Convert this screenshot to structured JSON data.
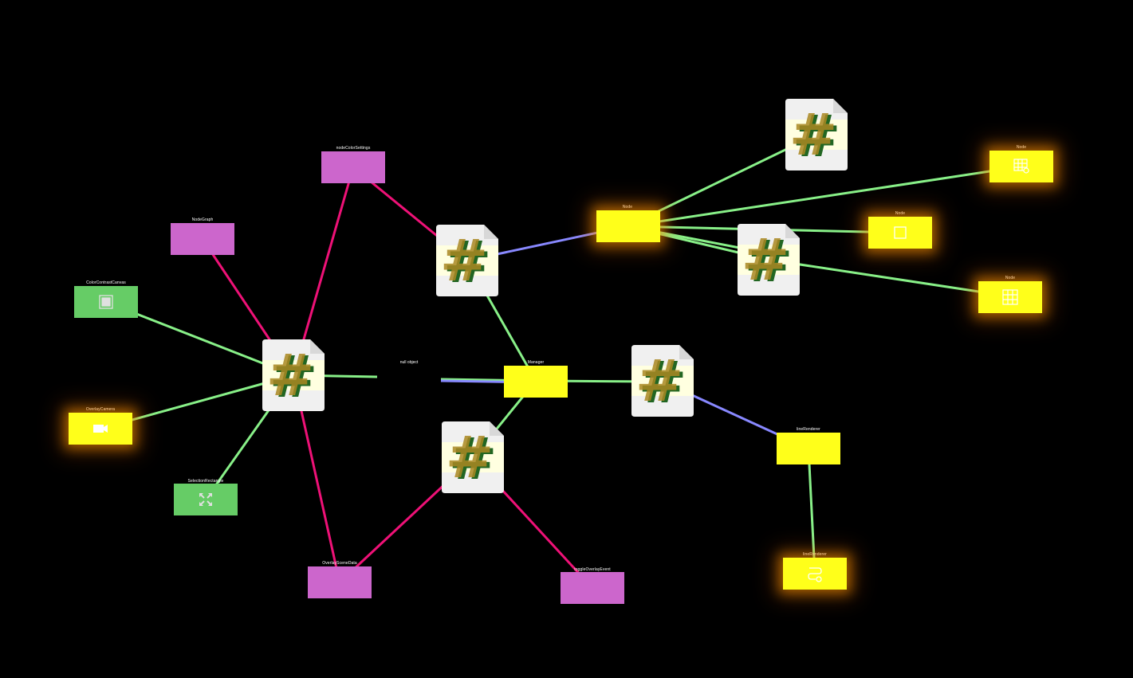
{
  "diagram": {
    "null_object": "null object",
    "nodes": {
      "node_top": "Node",
      "node_mid": "Node",
      "node_right1": "Node",
      "node_right2": "Node",
      "manager": "Manager",
      "line_renderer_1": "lineRenderer",
      "line_renderer_2": "lineRenderer",
      "node_color_settings": "nodeColorSettings",
      "node_graph": "NodeGraph",
      "color_contrast_canvas": "ColorContrastCanvas",
      "overlay_camera": "OverlayCamera",
      "selection_rectangle": "SelectionRectangle",
      "overlay_scene_data": "OverlaySceneData",
      "toggle_overlay_event": "toggleOverlayEvent"
    },
    "colors": {
      "background": "#000000",
      "gameobject": "#ffff1a",
      "asset": "#cc66cc",
      "component": "#66cc66",
      "edge_green": "#88f088",
      "edge_pink": "#ee1177",
      "edge_blue": "#8888ff",
      "glow": "#ff9900"
    },
    "icons": {
      "script": "csharp-script-icon",
      "grid_gear": "grid-gear-icon",
      "square": "square-icon",
      "grid": "grid-icon",
      "canvas": "canvas-icon",
      "camera": "camera-icon",
      "move": "move-arrows-icon",
      "line": "line-renderer-icon"
    }
  }
}
